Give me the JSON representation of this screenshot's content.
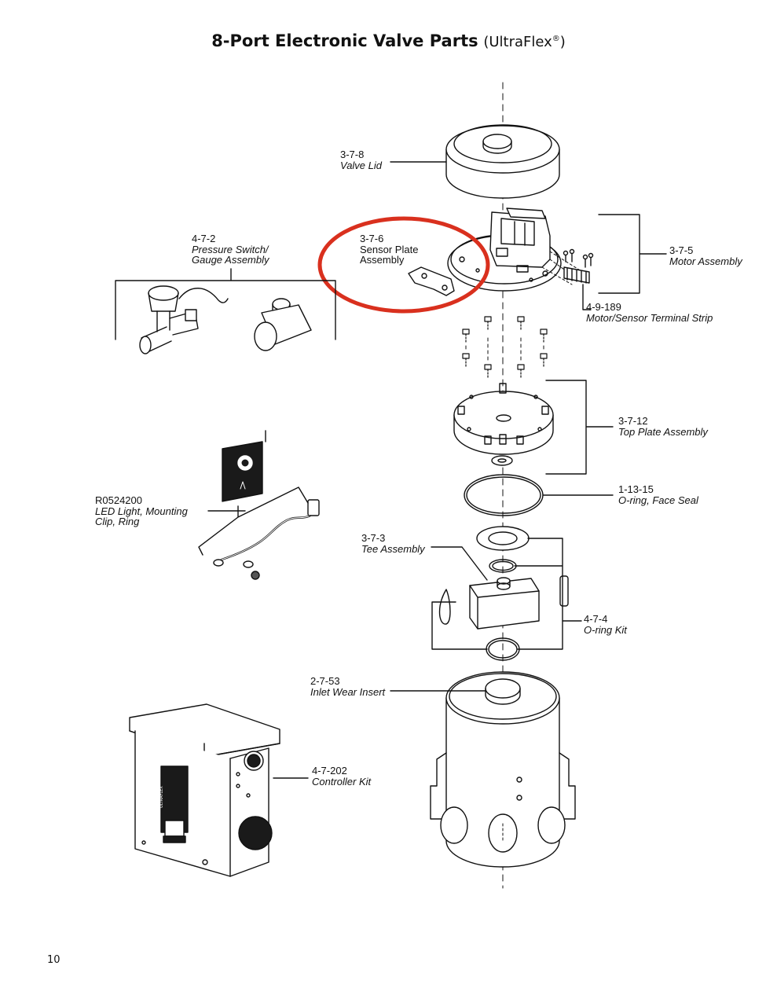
{
  "title": {
    "bold": "8-Port Electronic Valve Parts",
    "light_prefix": "(UltraFlex",
    "reg": "®",
    "light_suffix": ")"
  },
  "parts": {
    "valve_lid": {
      "number": "3-7-8",
      "description": "Valve Lid"
    },
    "sensor_plate": {
      "number": "3-7-6",
      "description_line1": "Sensor Plate",
      "description_line2": "Assembly"
    },
    "pressure_switch": {
      "number": "4-7-2",
      "description_line1": "Pressure Switch/",
      "description_line2": "Gauge Assembly"
    },
    "motor_assembly": {
      "number": "3-7-5",
      "description": "Motor Assembly"
    },
    "terminal_strip": {
      "number": "4-9-189",
      "description": "Motor/Sensor Terminal Strip"
    },
    "top_plate": {
      "number": "3-7-12",
      "description": "Top Plate Assembly"
    },
    "oring_face_seal": {
      "number": "1-13-15",
      "description": "O-ring, Face Seal"
    },
    "led_light": {
      "number": "R0524200",
      "description_line1": "LED Light, Mounting",
      "description_line2": "Clip, Ring"
    },
    "tee_assembly": {
      "number": "3-7-3",
      "description": "Tee Assembly"
    },
    "oring_kit": {
      "number": "4-7-4",
      "description": "O-ring Kit"
    },
    "inlet_wear_insert": {
      "number": "2-7-53",
      "description": "Inlet Wear Insert"
    },
    "controller_kit": {
      "number": "4-7-202",
      "description": "Controller Kit"
    }
  },
  "highlight": {
    "target": "sensor_plate",
    "color": "#d9301e"
  },
  "controller_brand": "ULTRAFLEX",
  "page_number": "10"
}
